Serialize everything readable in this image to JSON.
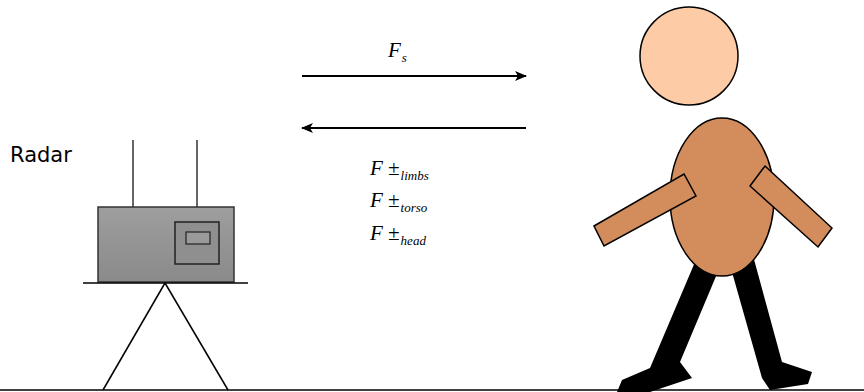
{
  "diagram": {
    "labels": [
      "Radar",
      "F",
      "s",
      "F ±",
      "limbs",
      "F ±",
      "torso",
      "F ±",
      "head"
    ]
  }
}
